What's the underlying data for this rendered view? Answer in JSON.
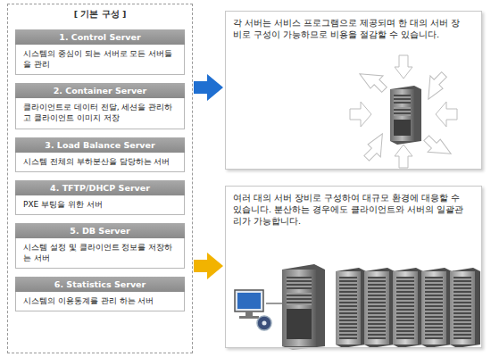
{
  "diagram": {
    "nodes": [
      {
        "text": [
          "[ 기본 구성 ]"
        ]
      },
      {
        "text": [
          "1. Control Server",
          "시스템의 중심이 되는 서버로 모든 서버들을 관리"
        ],
        "in": 0
      },
      {
        "text": [
          "2. Container Server",
          "클라이언트로 데이터 전달, 세션을 관리하고 클라이언트 이미지 저장"
        ],
        "in": 0
      },
      {
        "text": [
          "3. Load Balance Server",
          "시스템 전체의 부하분산을 담당하는 서버"
        ],
        "in": 0
      },
      {
        "text": [
          "4. TFTP/DHCP Server",
          "PXE 부팅을 위한 서버"
        ],
        "in": 0
      },
      {
        "text": [
          "5. DB Server",
          "시스템 설정 및 클라이언트 정보를 저장하는 서버"
        ],
        "in": 0
      },
      {
        "text": [
          "6. Statistics Server",
          "시스템의 이용통계를 관리 하는 서버"
        ],
        "in": 0
      },
      {
        "text": [
          "각 서버는 서비스 프로그램으로 제공되며 한 대의 서버 장비로 구성이 가능하므로 비용을 절감할 수 있습니다."
        ]
      },
      {
        "text": [
          "여러 대의 서버 장비로 구성하여 대규모 환경에 대응할 수 있습니다. 분산하는 경우에도 클라이언트와 서버의 일괄관리가 가능합니다."
        ]
      }
    ],
    "edges": [
      {
        "from": 0,
        "to": 7,
        "arrow": "to"
      },
      {
        "from": 0,
        "to": 8,
        "arrow": "to"
      }
    ]
  }
}
